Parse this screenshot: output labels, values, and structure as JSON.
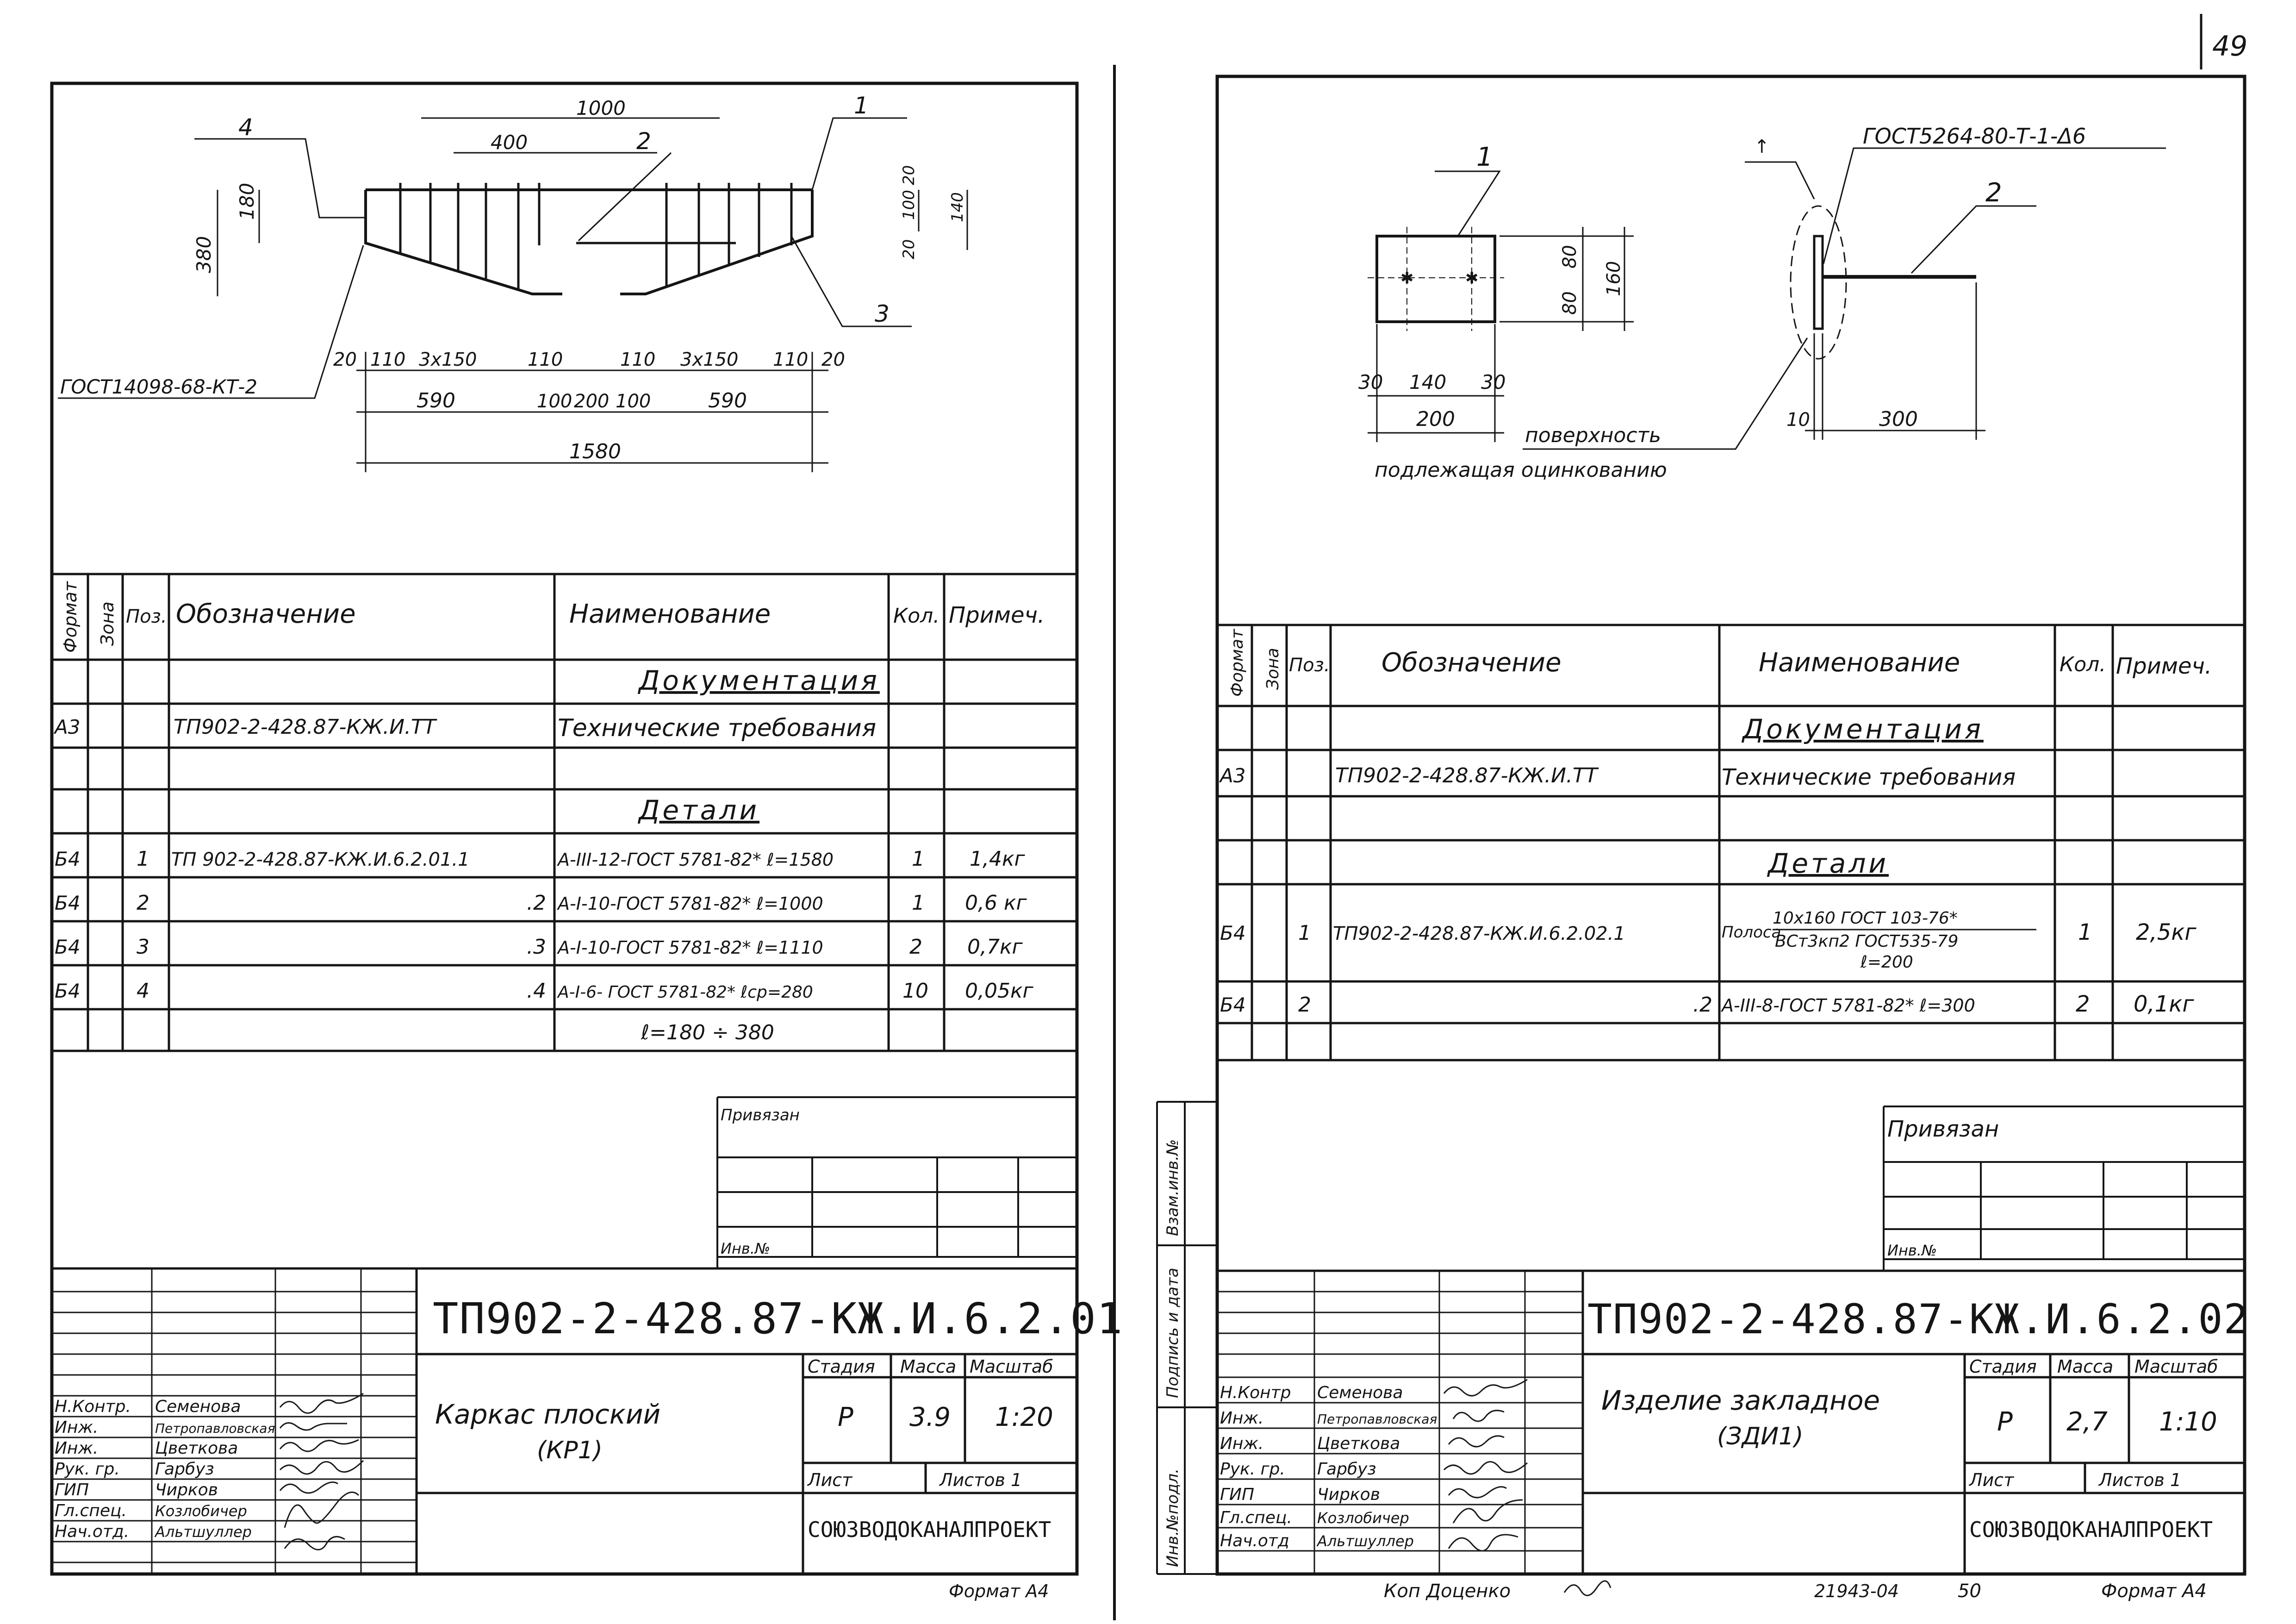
{
  "page_number": "49",
  "left": {
    "drawing": {
      "dims": {
        "d1000": "1000",
        "d400": "400",
        "d380": "380",
        "d180": "180",
        "d100": "100",
        "d20a": "20",
        "d20b": "20",
        "d140": "140",
        "d20c": "20",
        "d110a": "110",
        "d3x150a": "3x150",
        "d110b": "110",
        "d110c": "110",
        "d3x150b": "3x150",
        "d110d": "110",
        "d20d": "20",
        "d590a": "590",
        "d100a": "100",
        "d200": "200",
        "d100b": "100",
        "d590b": "590",
        "d1580": "1580"
      },
      "callouts": {
        "c1": "1",
        "c2": "2",
        "c3": "3",
        "c4": "4"
      },
      "weld_note": "ГОСТ14098-68-КТ-2"
    },
    "table": {
      "headers": {
        "format": "Формат",
        "zone": "Зона",
        "pos": "Поз.",
        "designation": "Обозначение",
        "name": "Наименование",
        "qty": "Кол.",
        "note": "Примеч."
      },
      "rows": [
        {
          "format": "",
          "pos": "",
          "designation": "",
          "name": "Документация",
          "qty": "",
          "note": ""
        },
        {
          "format": "А3",
          "pos": "",
          "designation": "ТП902-2-428.87-КЖ.И.ТТ",
          "name": "Технические требования",
          "qty": "",
          "note": ""
        },
        {
          "format": "",
          "pos": "",
          "designation": "",
          "name": "",
          "qty": "",
          "note": ""
        },
        {
          "format": "",
          "pos": "",
          "designation": "",
          "name": "Детали",
          "qty": "",
          "note": ""
        },
        {
          "format": "Б4",
          "pos": "1",
          "designation": "ТП 902-2-428.87-КЖ.И.6.2.01.1",
          "name": "А-III-12-ГОСТ 5781-82* ℓ=1580",
          "qty": "1",
          "note": "1,4кг"
        },
        {
          "format": "Б4",
          "pos": "2",
          "designation": ".2",
          "name": "А-I-10-ГОСТ 5781-82* ℓ=1000",
          "qty": "1",
          "note": "0,6 кг"
        },
        {
          "format": "Б4",
          "pos": "3",
          "designation": ".3",
          "name": "А-I-10-ГОСТ 5781-82* ℓ=1110",
          "qty": "2",
          "note": "0,7кг"
        },
        {
          "format": "Б4",
          "pos": "4",
          "designation": ".4",
          "name": "А-I-6- ГОСТ 5781-82* ℓср=280",
          "qty": "10",
          "note": "0,05кг"
        },
        {
          "format": "",
          "pos": "",
          "designation": "",
          "name": "ℓ=180 ÷ 380",
          "qty": "",
          "note": ""
        }
      ]
    },
    "stamp": {
      "privyazan": "Привязан",
      "inv": "Инв.№",
      "code": "ТП902-2-428.87-КЖ.И.6.2.01",
      "title_line1": "Каркас  плоский",
      "title_line2": "(КР1)",
      "stadiya_label": "Стадия",
      "massa_label": "Масса",
      "masshtab_label": "Масштаб",
      "stadiya": "Р",
      "massa": "3.9",
      "masshtab": "1:20",
      "list_label": "Лист",
      "listov_label": "Листов 1",
      "org": "СОЮЗВОДОКАНАЛПРОЕКТ",
      "signers": [
        {
          "role": "Н.Контр.",
          "name": "Семенова"
        },
        {
          "role": "Инж.",
          "name": "Петропавловская"
        },
        {
          "role": "Инж.",
          "name": "Цветкова"
        },
        {
          "role": "Рук. гр.",
          "name": "Гарбуз"
        },
        {
          "role": "ГИП",
          "name": "Чирков"
        },
        {
          "role": "Гл.спец.",
          "name": "Козлобичер"
        },
        {
          "role": "Нач.отд.",
          "name": "Альтшуллер"
        }
      ],
      "format": "Формат А4"
    }
  },
  "right": {
    "drawing": {
      "gost_weld": "ГОСТ5264-80-Т-1-Δ6",
      "callouts": {
        "c1": "1",
        "c2": "2"
      },
      "dims": {
        "d80a": "80",
        "d80b": "80",
        "d160": "160",
        "d30a": "30",
        "d140": "140",
        "d30b": "30",
        "d200": "200",
        "d10": "10",
        "d300": "300"
      },
      "note_line1": "поверхность",
      "note_line2": "подлежащая оцинкованию"
    },
    "table": {
      "headers": {
        "format": "Формат",
        "zone": "Зона",
        "pos": "Поз.",
        "designation": "Обозначение",
        "name": "Наименование",
        "qty": "Кол.",
        "note": "Примеч."
      },
      "rows": [
        {
          "format": "",
          "pos": "",
          "designation": "",
          "name": "Документация",
          "qty": "",
          "note": ""
        },
        {
          "format": "А3",
          "pos": "",
          "designation": "ТП902-2-428.87-КЖ.И.ТТ",
          "name": "Технические требования",
          "qty": "",
          "note": ""
        },
        {
          "format": "",
          "pos": "",
          "designation": "",
          "name": "",
          "qty": "",
          "note": ""
        },
        {
          "format": "",
          "pos": "",
          "designation": "",
          "name": "Детали",
          "qty": "",
          "note": ""
        },
        {
          "format": "Б4",
          "pos": "1",
          "designation": "ТП902-2-428.87-КЖ.И.6.2.02.1",
          "name_prefix": "Полоса",
          "name_top": "10х160 ГОСТ 103-76*",
          "name_bottom": "ВСт3кп2 ГОСТ535-79",
          "name_extra": "ℓ=200",
          "qty": "1",
          "note": "2,5кг"
        },
        {
          "format": "Б4",
          "pos": "2",
          "designation": ".2",
          "name": "А-III-8-ГОСТ 5781-82* ℓ=300",
          "qty": "2",
          "note": "0,1кг"
        },
        {
          "format": "",
          "pos": "",
          "designation": "",
          "name": "",
          "qty": "",
          "note": ""
        }
      ]
    },
    "stamp": {
      "privyazan": "Привязан",
      "inv": "Инв.№",
      "code": "ТП902-2-428.87-КЖ.И.6.2.02",
      "title_line1": "Изделие  закладное",
      "title_line2": "(ЗДИ1)",
      "stadiya_label": "Стадия",
      "massa_label": "Масса",
      "masshtab_label": "Масштаб",
      "stadiya": "Р",
      "massa": "2,7",
      "masshtab": "1:10",
      "list_label": "Лист",
      "listov_label": "Листов 1",
      "org": "СОЮЗВОДОКАНАЛПРОЕКТ",
      "signers": [
        {
          "role": "Н.Контр",
          "name": "Семенова"
        },
        {
          "role": "Инж.",
          "name": "Петропавловская"
        },
        {
          "role": "Инж.",
          "name": "Цветкова"
        },
        {
          "role": "Рук. гр.",
          "name": "Гарбуз"
        },
        {
          "role": "ГИП",
          "name": "Чирков"
        },
        {
          "role": "Гл.спец.",
          "name": "Козлобичер"
        },
        {
          "role": "Нач.отд",
          "name": "Альтшуллер"
        }
      ],
      "side_labels": {
        "inv_orig": "Инв.№подл.",
        "sign_date": "Подпись и дата",
        "vzam": "Взам.инв.№"
      },
      "copy_note": "Коп Доценко",
      "order": "21943-04",
      "sheet_no": "50",
      "format": "Формат А4"
    }
  }
}
